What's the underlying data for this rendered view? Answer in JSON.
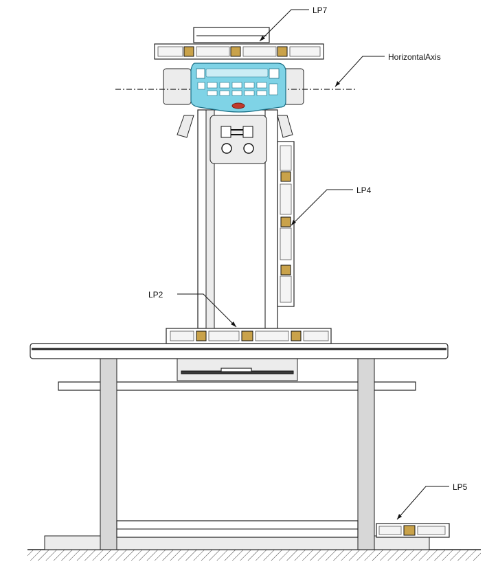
{
  "labels": {
    "lp7": "LP7",
    "horizontal_axis": "HorizontalAxis",
    "lp4": "LP4",
    "lp2": "LP2",
    "lp5": "LP5"
  },
  "colors": {
    "panel_fill": "#7fd3e6",
    "panel_stroke": "#1a6f86",
    "level_fill": "#f4f4f4",
    "vial": "#c9a24a"
  },
  "icons": {
    "bubble_level": "bubble-level-icon",
    "knob": "knob-icon"
  }
}
